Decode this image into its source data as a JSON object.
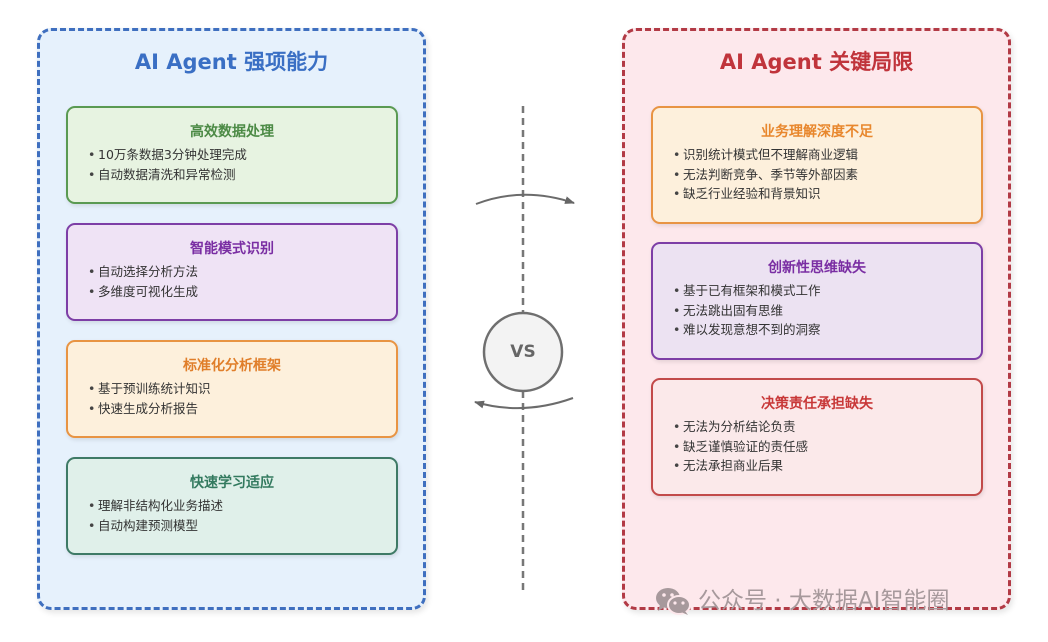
{
  "left_panel": {
    "title": "AI Agent 强项能力",
    "cards": [
      {
        "title": "高效数据处理",
        "items": [
          "10万条数据3分钟处理完成",
          "自动数据清洗和异常检测"
        ]
      },
      {
        "title": "智能模式识别",
        "items": [
          "自动选择分析方法",
          "多维度可视化生成"
        ]
      },
      {
        "title": "标准化分析框架",
        "items": [
          "基于预训练统计知识",
          "快速生成分析报告"
        ]
      },
      {
        "title": "快速学习适应",
        "items": [
          "理解非结构化业务描述",
          "自动构建预测模型"
        ]
      }
    ]
  },
  "right_panel": {
    "title": "AI Agent 关键局限",
    "cards": [
      {
        "title": "业务理解深度不足",
        "items": [
          "识别统计模式但不理解商业逻辑",
          "无法判断竞争、季节等外部因素",
          "缺乏行业经验和背景知识"
        ]
      },
      {
        "title": "创新性思维缺失",
        "items": [
          "基于已有框架和模式工作",
          "无法跳出固有思维",
          "难以发现意想不到的洞察"
        ]
      },
      {
        "title": "决策责任承担缺失",
        "items": [
          "无法为分析结论负责",
          "缺乏谨慎验证的责任感",
          "无法承担商业后果"
        ]
      }
    ]
  },
  "center": {
    "vs_label": "VS",
    "arrow_top_direction": "right",
    "arrow_bottom_direction": "left"
  },
  "watermark": {
    "icon": "wechat-icon",
    "text": "公众号 · 大数据AI智能圈"
  },
  "colors": {
    "left_accent": "#3a6fc4",
    "right_accent": "#c0343b",
    "green": "#4c8a45",
    "purple": "#7a2ea3",
    "orange": "#e07e2a",
    "teal": "#337a5f",
    "red": "#c83838"
  }
}
